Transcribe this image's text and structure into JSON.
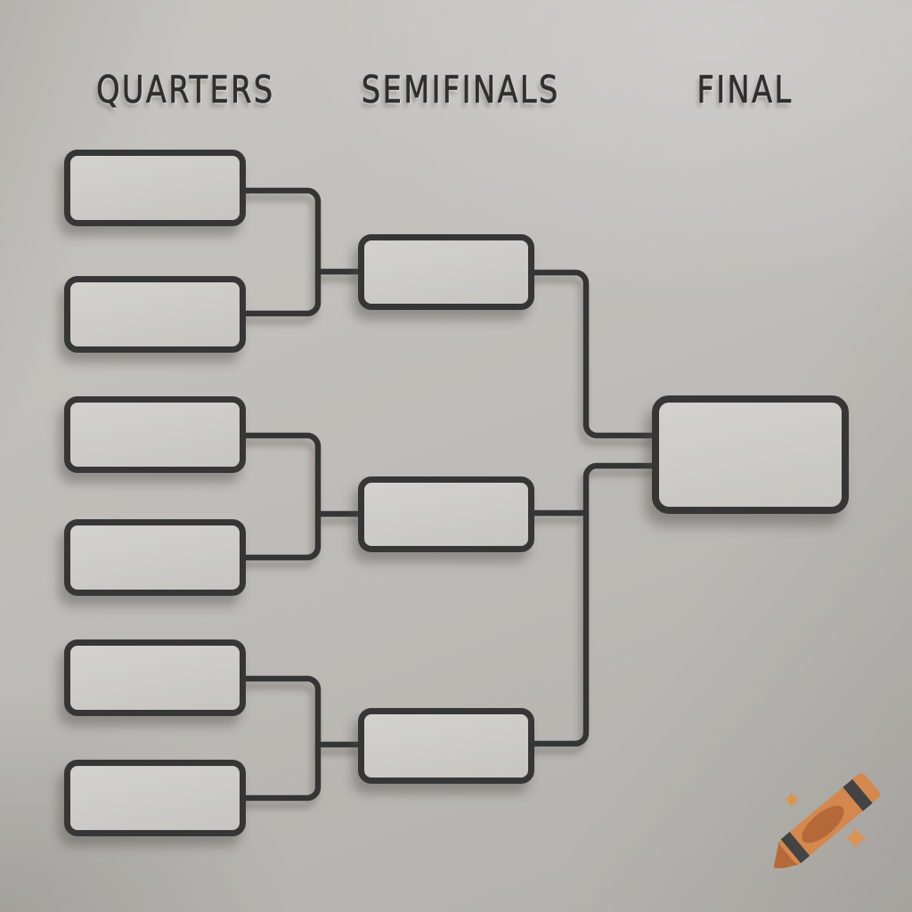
{
  "page": {
    "background_color": "#CAC7C2",
    "text_color": "#151515",
    "media_type": "empty tournament bracket diagram on textured paper"
  },
  "columns": [
    {
      "id": "quarters",
      "label": "QUARTERS"
    },
    {
      "id": "semifinals",
      "label": "SEMIFINALS"
    },
    {
      "id": "final",
      "label": "FINAL"
    }
  ],
  "bracket": {
    "type": "single-elimination",
    "box_fill": "#E3E1DC",
    "box_border_color": "#1E1E1E",
    "line_color": "#1E1E1E",
    "rounds": [
      {
        "name": "QUARTERS",
        "slot_count": 6,
        "slots": [
          "",
          "",
          "",
          "",
          "",
          ""
        ]
      },
      {
        "name": "SEMIFINALS",
        "slot_count": 3,
        "slots": [
          "",
          "",
          ""
        ]
      },
      {
        "name": "FINAL",
        "slot_count": 1,
        "slots": [
          ""
        ]
      }
    ],
    "connections": [
      {
        "from": [
          "quarter-1",
          "quarter-2"
        ],
        "to": "semifinal-1"
      },
      {
        "from": [
          "quarter-3",
          "quarter-4"
        ],
        "to": "semifinal-2"
      },
      {
        "from": [
          "quarter-5",
          "quarter-6"
        ],
        "to": "semifinal-3"
      },
      {
        "from": [
          "semifinal-1"
        ],
        "to": "final-1"
      },
      {
        "from": [
          "semifinal-2",
          "semifinal-3"
        ],
        "to": "final-1"
      }
    ]
  },
  "watermark": {
    "icon": "crayon-icon",
    "body_color": "#E8863C",
    "tip_color": "#C05E20",
    "band_color": "#2E2E2E",
    "sparkle_color": "#F0953F"
  }
}
